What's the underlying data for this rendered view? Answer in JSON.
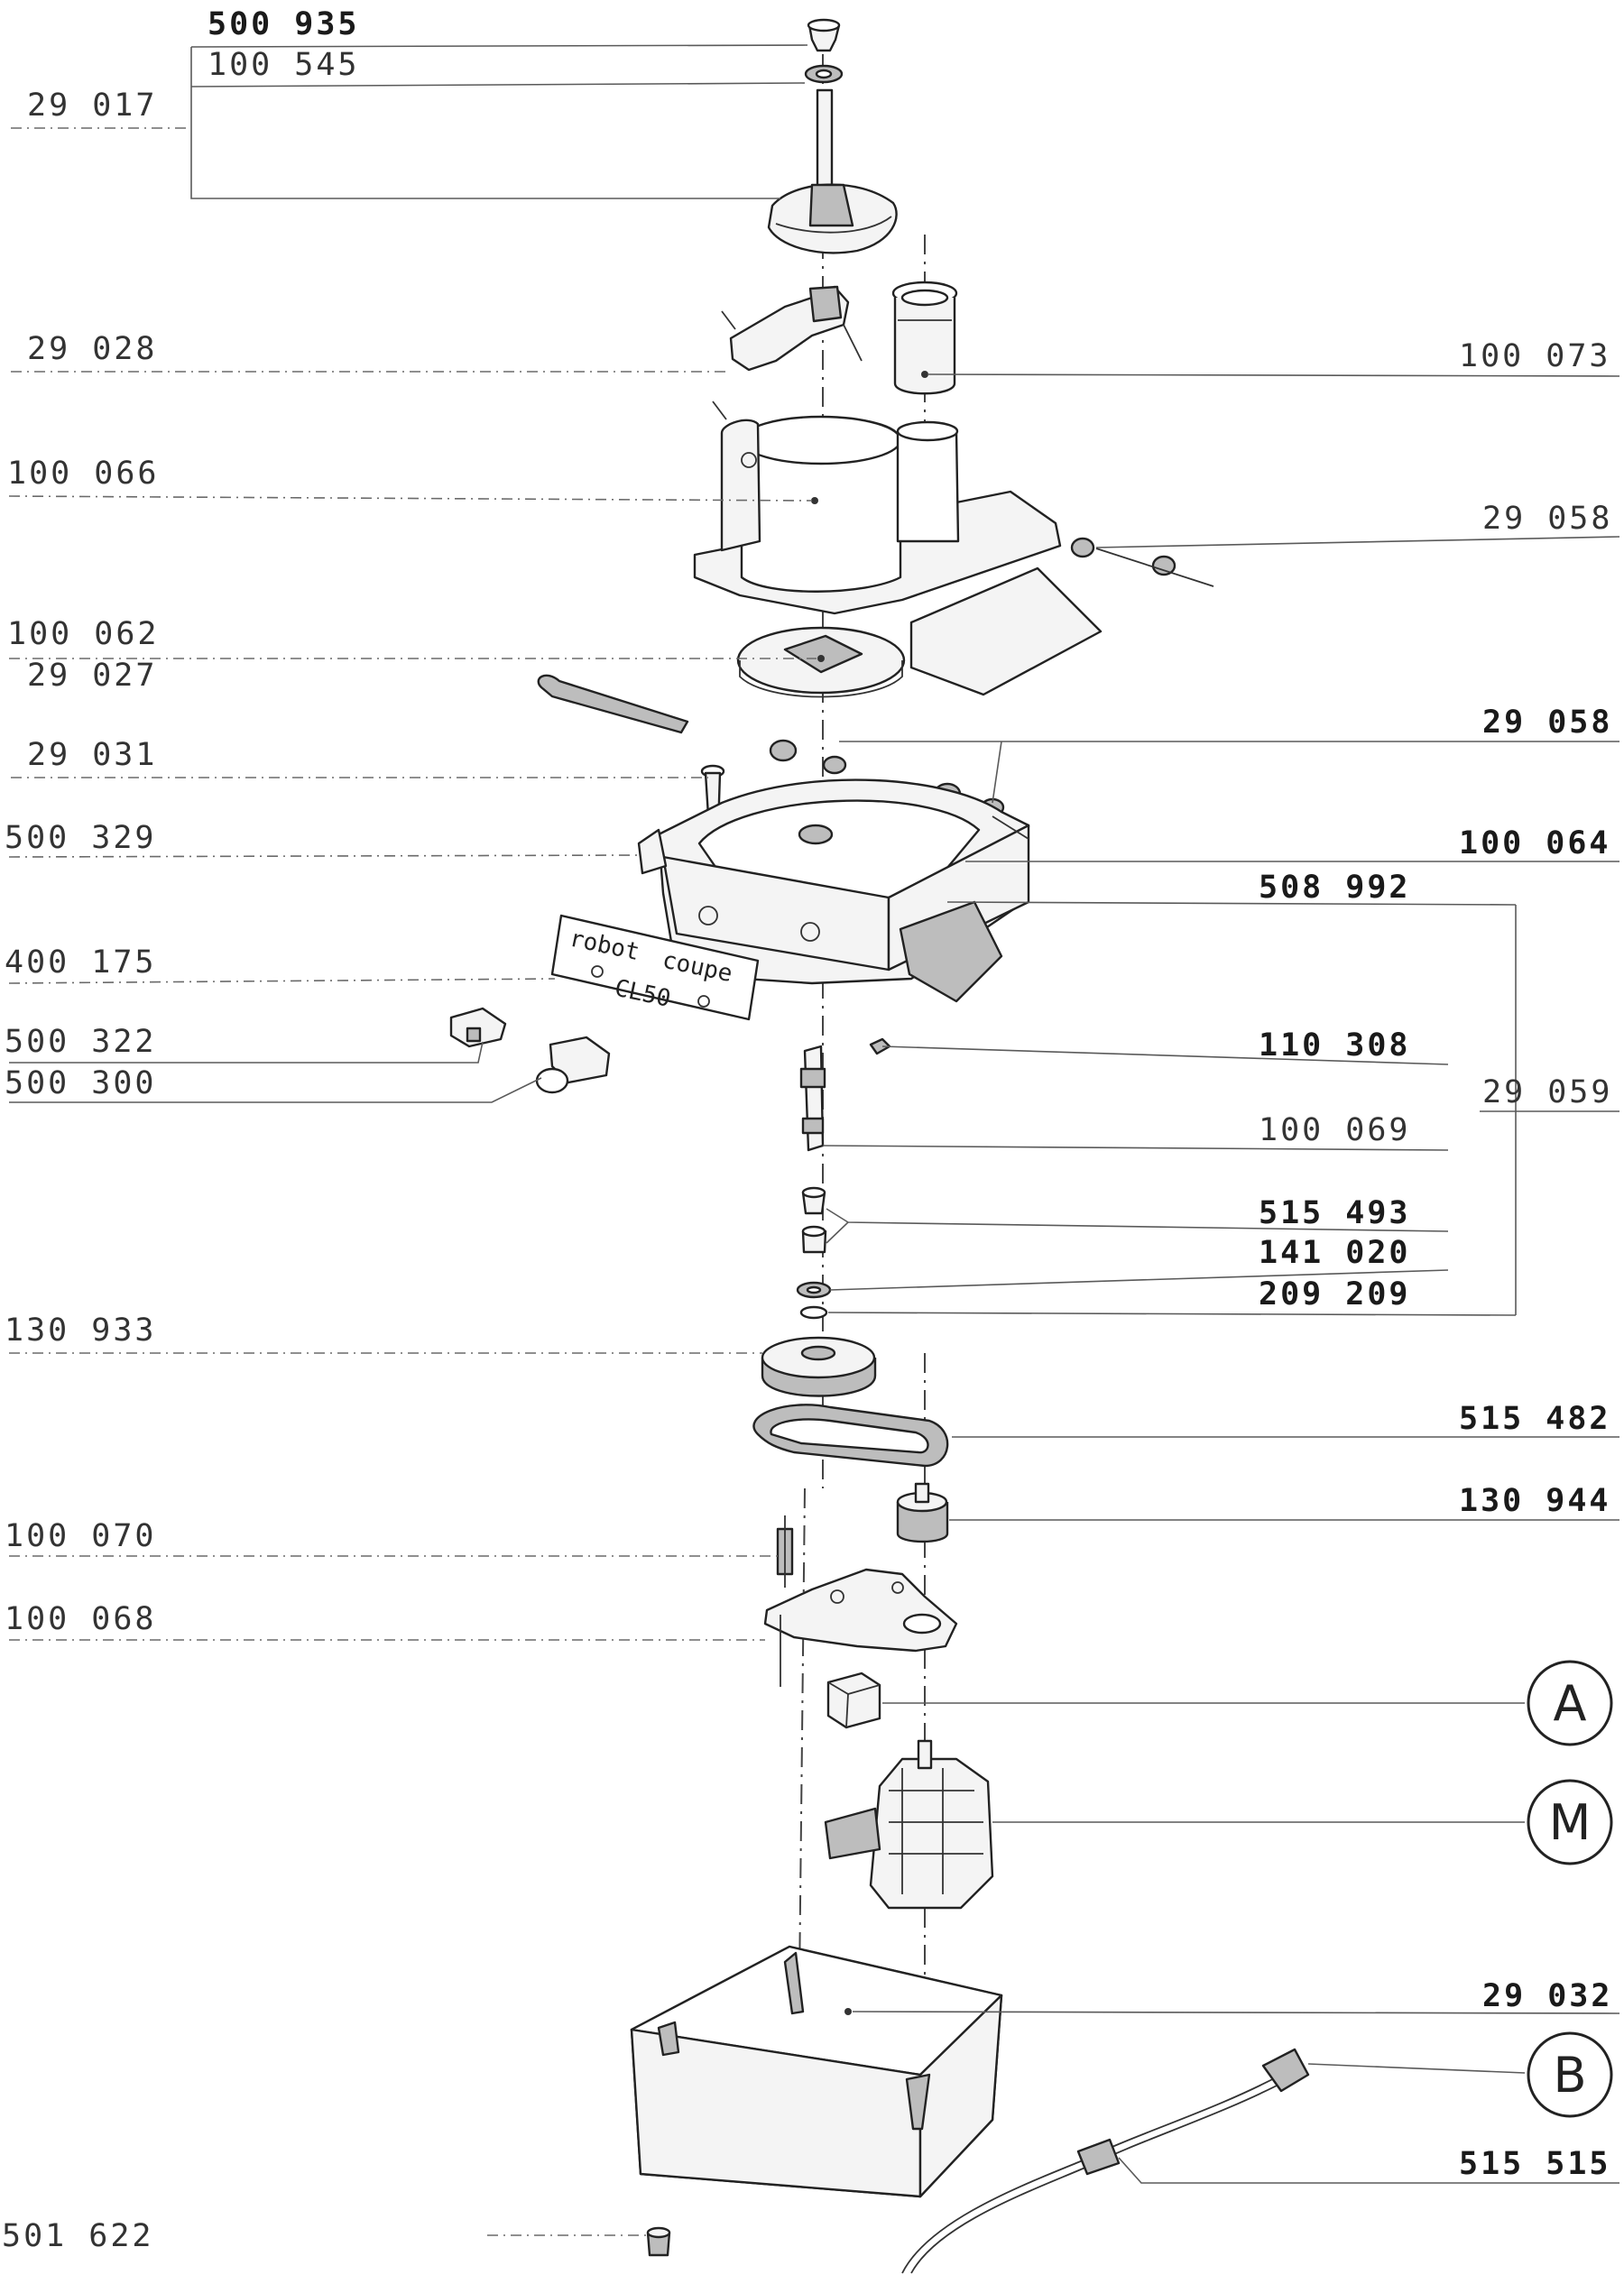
{
  "labels": {
    "p500935": "500 935",
    "p100545": "100 545",
    "p29017": "29 017",
    "p29028": "29 028",
    "p100073": "100 073",
    "p100066": "100 066",
    "p29058a": "29 058",
    "p100062": "100 062",
    "p29027": "29 027",
    "p29058b": "29 058",
    "p29031": "29 031",
    "p500329": "500 329",
    "p100064": "100 064",
    "p508992": "508 992",
    "p400175": "400 175",
    "p500322": "500 322",
    "p500300": "500 300",
    "p110308": "110 308",
    "p29059": "29 059",
    "p100069": "100 069",
    "p515493": "515 493",
    "p141020": "141 020",
    "p209209": "209 209",
    "p130933": "130 933",
    "p515482": "515 482",
    "p130944": "130 944",
    "p100070": "100 070",
    "p100068": "100 068",
    "p29032": "29 032",
    "p515515": "515 515",
    "p501622": "501 622"
  },
  "badges": {
    "a": "A",
    "m": "M",
    "b": "B"
  },
  "plate": {
    "line1a": "robot",
    "line1b": "coupe",
    "line2": "CL50"
  }
}
